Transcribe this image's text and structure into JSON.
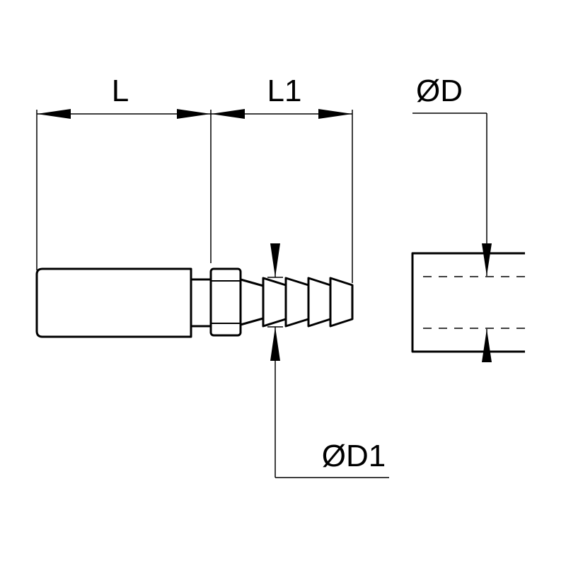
{
  "dimensions": {
    "length": "L",
    "length_barb": "L1",
    "diameter": "ØD",
    "diameter_barb": "ØD1"
  },
  "colors": {
    "line": "#000000",
    "background": "#ffffff"
  }
}
